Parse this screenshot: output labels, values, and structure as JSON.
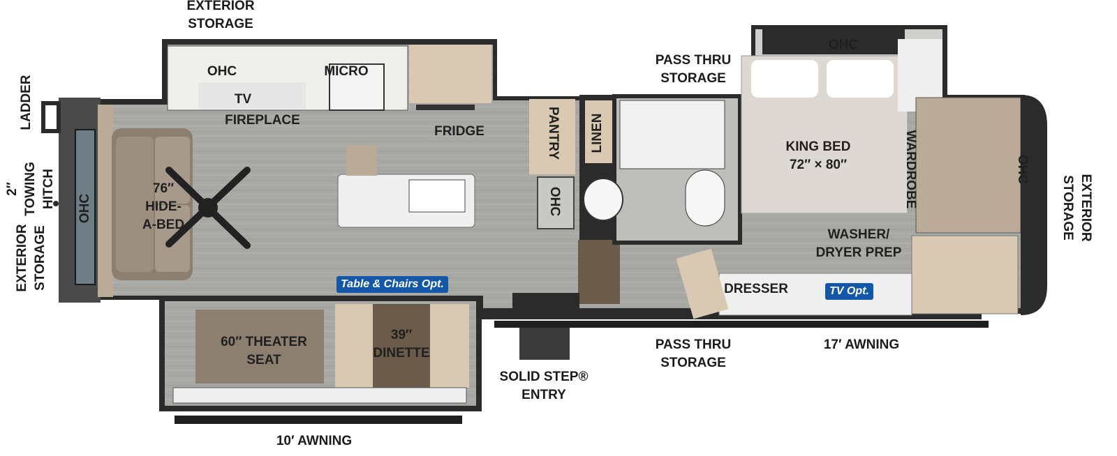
{
  "labels": {
    "exterior_storage_top": [
      "EXTERIOR",
      "STORAGE"
    ],
    "ohc_kitchen": "OHC",
    "micro": "MICRO",
    "tv": "TV",
    "fireplace": "FIREPLACE",
    "fridge": "FRIDGE",
    "pantry": "PANTRY",
    "linen": "LINEN",
    "ohc_bath": "OHC",
    "pass_thru_storage_top": [
      "PASS THRU",
      "STORAGE"
    ],
    "ohc_bedroom": "OHC",
    "king_bed": [
      "KING BED",
      "72″ × 80″"
    ],
    "wardrobe": "WARDROBE",
    "ohc_front": "OHC",
    "exterior_storage_right": [
      "EXTERIOR",
      "STORAGE"
    ],
    "washer_dryer_prep": [
      "WASHER/",
      "DRYER PREP"
    ],
    "dresser": "DRESSER",
    "tv_opt": "TV Opt.",
    "awning_17": "17′ AWNING",
    "pass_thru_storage_bottom": [
      "PASS THRU",
      "STORAGE"
    ],
    "solid_step_entry": [
      "SOLID STEP®",
      "ENTRY"
    ],
    "dinette": [
      "39″",
      "DINETTE"
    ],
    "table_chairs_opt": "Table & Chairs Opt.",
    "theater_seat": [
      "60″ THEATER",
      "SEAT"
    ],
    "awning_10": "10′ AWNING",
    "hide_a_bed": [
      "76″",
      "HIDE-",
      "A-BED"
    ],
    "ohc_rear": "OHC",
    "ladder": "LADDER",
    "towing_hitch": [
      "2″",
      "TOWING",
      "HITCH"
    ],
    "exterior_storage_left": [
      "EXTERIOR",
      "STORAGE"
    ]
  },
  "colors": {
    "floor": "#a9a9a6",
    "wall": "#2b2b2b",
    "cabinet": "#d9c9b3",
    "sofa": "#8d7f70",
    "badge": "#1257a8",
    "mattress": "#ddd9d2"
  }
}
